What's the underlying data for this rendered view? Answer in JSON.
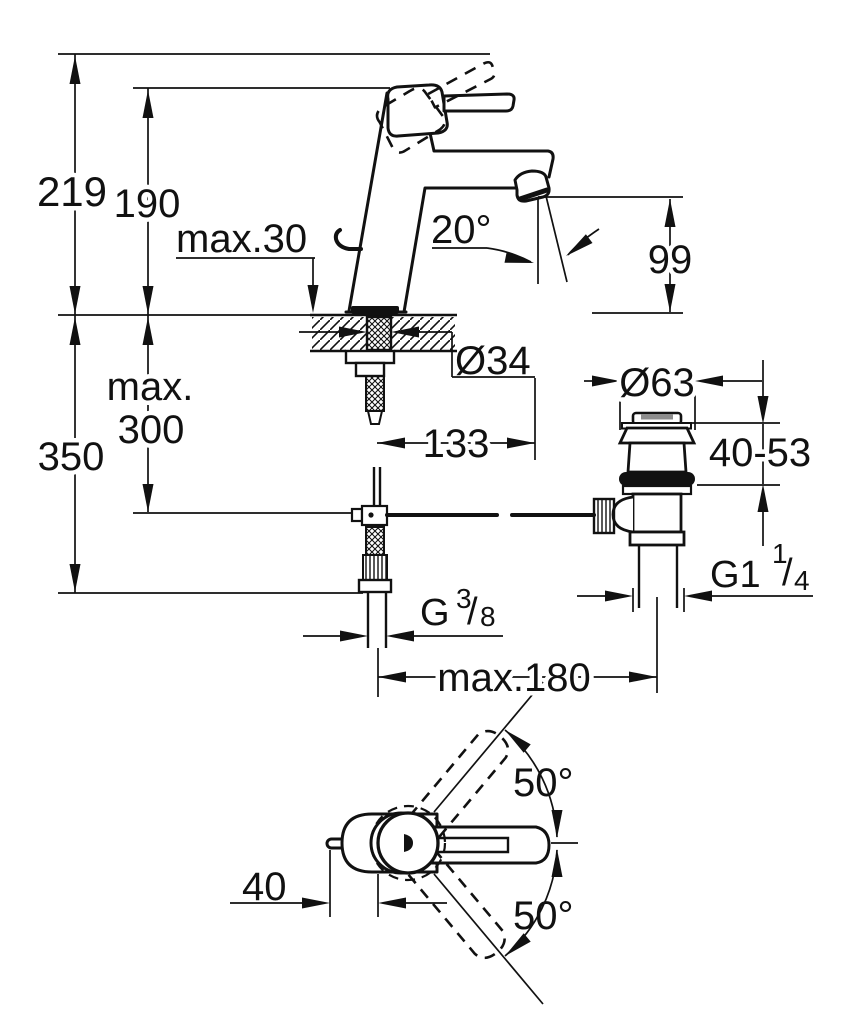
{
  "drawing_type": "faucet-installation-dimension-drawing",
  "labels": {
    "h219": "219",
    "h190": "190",
    "max30": "max.30",
    "max_word": "max.",
    "v300": "300",
    "v350": "350",
    "dia34": "Ø34",
    "n133": "133",
    "v99": "99",
    "angle20": "20°",
    "dia63": "Ø63",
    "range4053": "40-53",
    "g38_main": "G",
    "g38_sup": "3",
    "g38_slash": "/",
    "g38_sub": "8",
    "g114_main": "G1",
    "g114_sup": "1",
    "g114_slash": "/",
    "g114_sub": "4",
    "max180": "max.180",
    "angle50_top": "50°",
    "angle50_bottom": "50°",
    "n40": "40"
  },
  "colors": {
    "line": "#111111",
    "background": "#ffffff",
    "cap_face": "#8c8c8c",
    "seal": "#111111"
  }
}
